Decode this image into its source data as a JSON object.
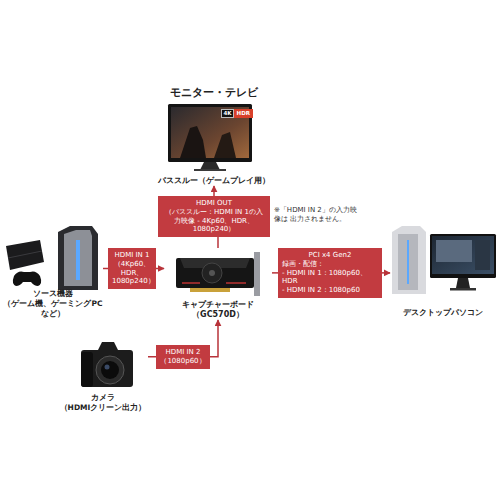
{
  "diagram": {
    "nodes": [
      {
        "text": [
          "モニター・テレビ",
          "パススルー（ゲームプレイ用）"
        ]
      },
      {
        "text": [
          "HDMI OUT",
          "（パススルー：HDMI IN 1の入力映像 - 4Kp60、HDR、1080p240）"
        ]
      },
      {
        "text": [
          "ソース機器",
          "（ゲーム機、ゲーミングPCなど）"
        ]
      },
      {
        "text": [
          "HDMI IN 1",
          "（4Kp60、HDR、 1080p240）"
        ]
      },
      {
        "text": [
          "キャプチャーボード（GC570D）"
        ]
      },
      {
        "text": [
          "PCI x4 Gen2",
          "録画・配信：",
          "- HDMI IN 1：1080p60、HDR",
          "- HDMI IN 2：1080p60"
        ]
      },
      {
        "text": [
          "デスクトップパソコン"
        ]
      },
      {
        "text": [
          "カメラ",
          "（HDMIクリーン出力）"
        ]
      },
      {
        "text": [
          "HDMI IN 2",
          "（1080p60）"
        ]
      }
    ],
    "edges": [
      {
        "from": 2,
        "to": 3,
        "arrow": "none"
      },
      {
        "from": 3,
        "to": 4,
        "arrow": "to"
      },
      {
        "from": 4,
        "to": 1,
        "arrow": "none"
      },
      {
        "from": 1,
        "to": 0,
        "arrow": "to"
      },
      {
        "from": 4,
        "to": 5,
        "arrow": "none"
      },
      {
        "from": 5,
        "to": 6,
        "arrow": "to"
      },
      {
        "from": 7,
        "to": 8,
        "arrow": "none"
      },
      {
        "from": 8,
        "to": 4,
        "arrow": "to"
      }
    ],
    "labels": [
      "※「HDMI IN 2」の入力映像は 出力されません。",
      "4K",
      "HDR"
    ]
  }
}
